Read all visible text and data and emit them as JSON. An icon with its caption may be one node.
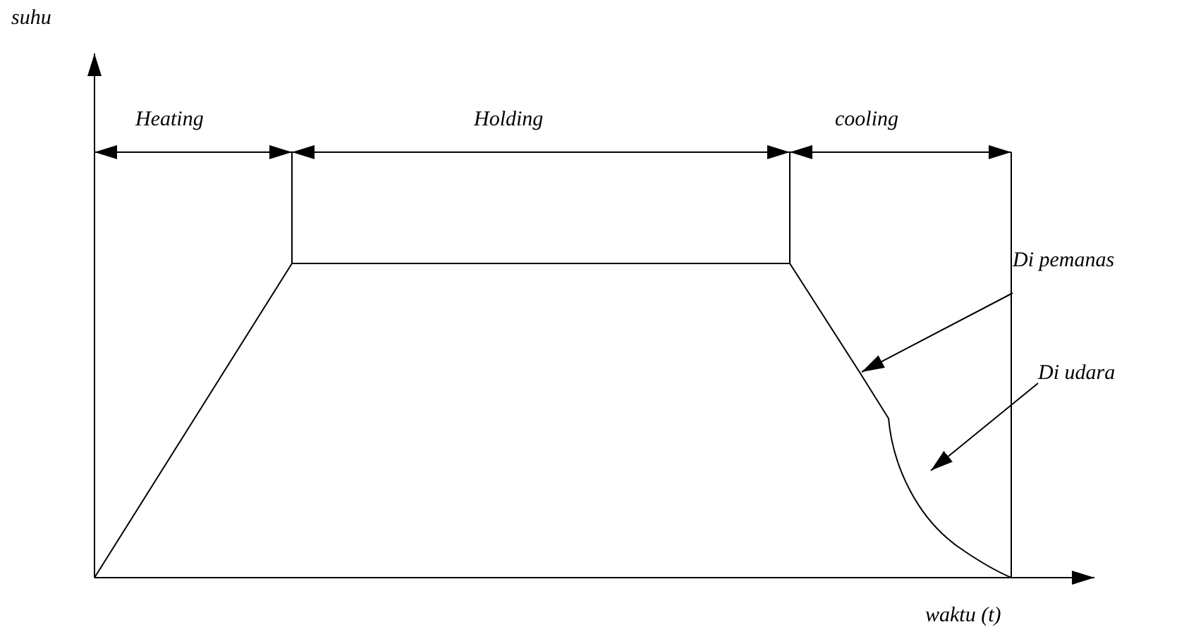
{
  "diagram": {
    "nodes": [
      {
        "text": [
          "Di pemanas"
        ]
      },
      {
        "text": [
          "Di udara"
        ]
      }
    ],
    "edges": [
      {
        "from": 0,
        "to": null,
        "arrow": "to"
      },
      {
        "from": 1,
        "to": null,
        "arrow": "to"
      }
    ],
    "labels": [
      "suhu",
      "Heating",
      "Holding",
      "cooling",
      "waktu (t)"
    ]
  }
}
